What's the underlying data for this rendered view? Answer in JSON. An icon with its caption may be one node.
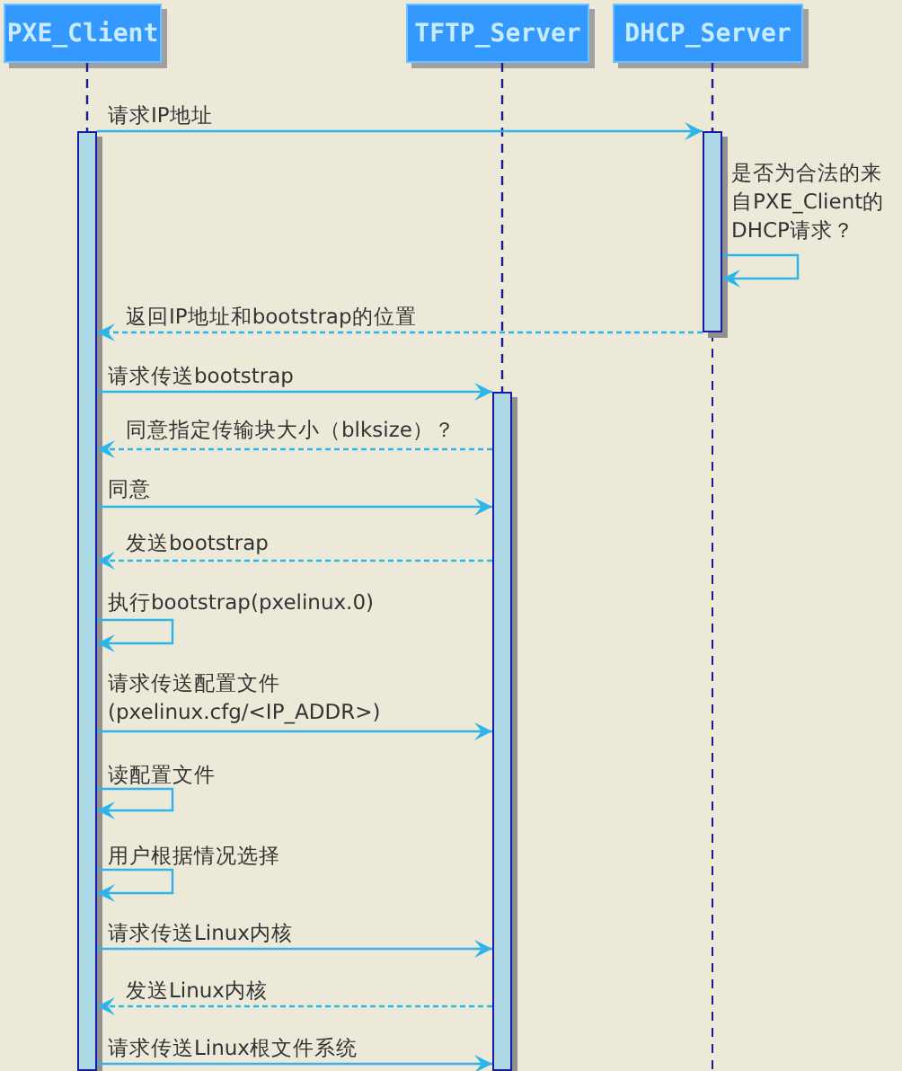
{
  "diagram": {
    "nodes": [
      {
        "text": [
          "PXE_Client"
        ]
      },
      {
        "text": [
          "TFTP_Server"
        ]
      },
      {
        "text": [
          "DHCP_Server"
        ]
      },
      {
        "text": [],
        "shape": "bar"
      },
      {
        "text": [],
        "shape": "bar"
      },
      {
        "text": [],
        "shape": "bar"
      }
    ],
    "edges": [
      {
        "from": 0,
        "to": 3,
        "arrow": "none",
        "style": "dashed",
        "color": "#1a1a99"
      },
      {
        "from": 2,
        "to": 4,
        "arrow": "none",
        "style": "dashed",
        "color": "#1a1a99"
      },
      {
        "from": 1,
        "to": 5,
        "arrow": "none",
        "style": "dashed",
        "color": "#1a1a99"
      },
      {
        "from": 3,
        "to": 4,
        "arrow": "to",
        "label": "请求IP地址"
      },
      {
        "from": 4,
        "to": 4,
        "arrow": "to",
        "label": "是否为合法的来自PXE_Client的DHCP请求？"
      },
      {
        "from": 4,
        "to": 3,
        "arrow": "to",
        "label": "返回IP地址和bootstrap的位置",
        "style": "dashed"
      },
      {
        "from": 3,
        "to": 5,
        "arrow": "to",
        "label": "请求传送bootstrap"
      },
      {
        "from": 5,
        "to": 3,
        "arrow": "to",
        "label": "同意指定传输块大小（blksize）？",
        "style": "dashed"
      },
      {
        "from": 3,
        "to": 5,
        "arrow": "to",
        "label": "同意"
      },
      {
        "from": 5,
        "to": 3,
        "arrow": "to",
        "label": "发送bootstrap",
        "style": "dashed"
      },
      {
        "from": 3,
        "to": 3,
        "arrow": "to",
        "label": "执行bootstrap(pxelinux.0)"
      },
      {
        "from": 3,
        "to": 5,
        "arrow": "to",
        "label": "请求传送配置文件 (pxelinux.cfg/<IP_ADDR>)"
      },
      {
        "from": 3,
        "to": 3,
        "arrow": "to",
        "label": "读配置文件"
      },
      {
        "from": 3,
        "to": 3,
        "arrow": "to",
        "label": "用户根据情况选择"
      },
      {
        "from": 3,
        "to": 5,
        "arrow": "to",
        "label": "请求传送Linux内核"
      },
      {
        "from": 5,
        "to": 3,
        "arrow": "to",
        "label": "发送Linux内核",
        "style": "dashed"
      },
      {
        "from": 3,
        "to": 5,
        "arrow": "to",
        "label": "请求传送Linux根文件系统"
      }
    ]
  }
}
